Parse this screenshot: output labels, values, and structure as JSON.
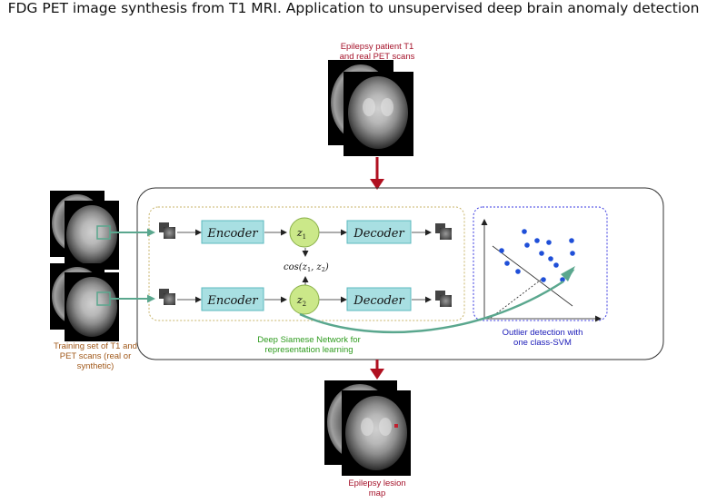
{
  "title": "FDG PET image synthesis from T1 MRI. Application to unsupervised deep brain anomaly detection",
  "top_caption": [
    "Epilepsy patient T1",
    "and real PET scans"
  ],
  "left_caption": [
    "Training set of T1 and",
    "PET scans (real or",
    "synthetic)"
  ],
  "network_caption": [
    "Deep Siamese Network for",
    "representation learning"
  ],
  "svm_caption": [
    "Outlier detection with",
    "one class-SVM"
  ],
  "bottom_caption": [
    "Epilepsy lesion",
    "map"
  ],
  "encoder_label": "Encoder",
  "decoder_label": "Decoder",
  "z1_label": "z",
  "z1_sub": "1",
  "z2_label": "z",
  "z2_sub": "2",
  "cos_label": "cos(z",
  "cos_sub1": "1",
  "cos_mid": ", z",
  "cos_sub2": "2",
  "cos_end": ")",
  "colors": {
    "red_arrow": "#b01020",
    "teal_arrow": "#5aa78e",
    "box_fill": "#a8dfe2",
    "node_fill": "#cbe889",
    "svm_border": "#3a3ae0",
    "points": "#1f4fd8"
  }
}
